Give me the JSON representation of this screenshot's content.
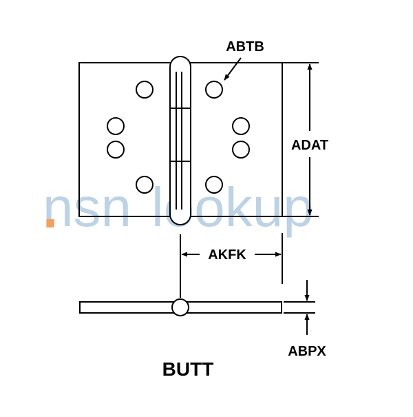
{
  "labels": {
    "hole_diameter": "ABTB",
    "leaf_height": "ADAT",
    "leaf_width": "AKFK",
    "thickness": "ABPX",
    "caption": "BUTT"
  },
  "watermark": {
    "prefix": "nsn",
    "suffix": "lookup",
    "dot": "."
  },
  "colors": {
    "ink": "#000000",
    "background": "#ffffff",
    "watermark": "#a8c4dc",
    "watermark_dot": "#f0a060"
  }
}
